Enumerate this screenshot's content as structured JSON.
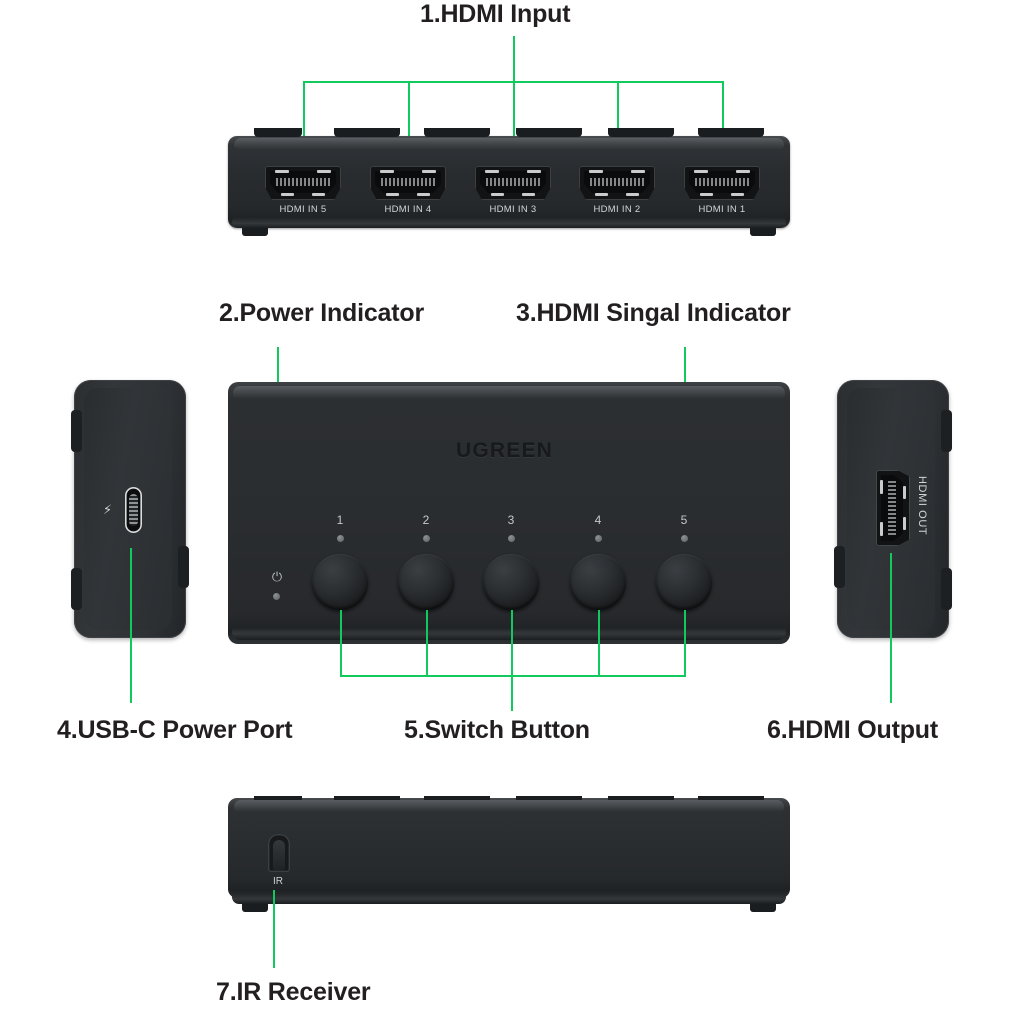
{
  "diagram": {
    "title_context": "UGREEN HDMI Switch 5-in-1 labeled parts diagram",
    "brand": "UGREEN",
    "accent_color": "#12c95e",
    "body_color": "#2a2d30",
    "text_color": "#231f20"
  },
  "callouts": [
    {
      "id": 1,
      "label": "1.HDMI Input"
    },
    {
      "id": 2,
      "label": "2.Power Indicator"
    },
    {
      "id": 3,
      "label": "3.HDMI Singal Indicator"
    },
    {
      "id": 4,
      "label": "4.USB-C Power Port"
    },
    {
      "id": 5,
      "label": "5.Switch Button"
    },
    {
      "id": 6,
      "label": "6.HDMI Output"
    },
    {
      "id": 7,
      "label": "7.IR Receiver"
    }
  ],
  "top_unit": {
    "name": "rear-panel-hdmi-inputs",
    "ports": [
      {
        "label": "HDMI IN 5"
      },
      {
        "label": "HDMI IN 4"
      },
      {
        "label": "HDMI IN 3"
      },
      {
        "label": "HDMI IN 2"
      },
      {
        "label": "HDMI IN 1"
      }
    ]
  },
  "main_unit": {
    "name": "front-panel",
    "brand_logo": "UGREEN",
    "power_icon": "⏻",
    "channels": [
      {
        "number": "1"
      },
      {
        "number": "2"
      },
      {
        "number": "3"
      },
      {
        "number": "4"
      },
      {
        "number": "5"
      }
    ]
  },
  "left_panel": {
    "name": "usb-c-power-side",
    "port_icon": "usb-c-port",
    "charge_icon": "⚡"
  },
  "right_panel": {
    "name": "hdmi-output-side",
    "port_label": "HDMI OUT"
  },
  "bottom_unit": {
    "name": "ir-receiver-panel",
    "ir_label": "IR"
  }
}
